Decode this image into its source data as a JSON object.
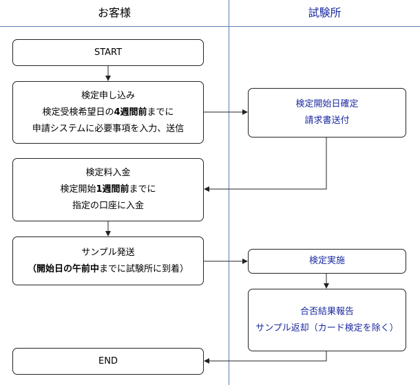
{
  "lanes": {
    "customer": "お客様",
    "lab": "試験所"
  },
  "boxes": {
    "start": {
      "line1": "START"
    },
    "apply": {
      "line1": "検定申し込み",
      "line2_pre": "検定受検希望日の",
      "line2_bold": "4週間前",
      "line2_post": "までに",
      "line3": "申請システムに必要事項を入力、送信"
    },
    "confirm": {
      "line1": "検定開始日確定",
      "line2": "請求書送付"
    },
    "pay": {
      "line1": "検定料入金",
      "line2_pre": "検定開始",
      "line2_bold": "1週間前",
      "line2_post": "までに",
      "line3": "指定の口座に入金"
    },
    "ship": {
      "line1": "サンプル発送",
      "line2_bold": "（開始日の午前中",
      "line2_post": "までに試験所に到着）"
    },
    "exec": {
      "line1": "検定実施"
    },
    "report": {
      "line1": "合否結果報告",
      "line2": "サンプル返却（カード検定を除く）"
    },
    "end": {
      "line1": "END"
    }
  },
  "colors": {
    "lab_text": "#1a2aa0",
    "lane_line": "#5a7bb5"
  }
}
